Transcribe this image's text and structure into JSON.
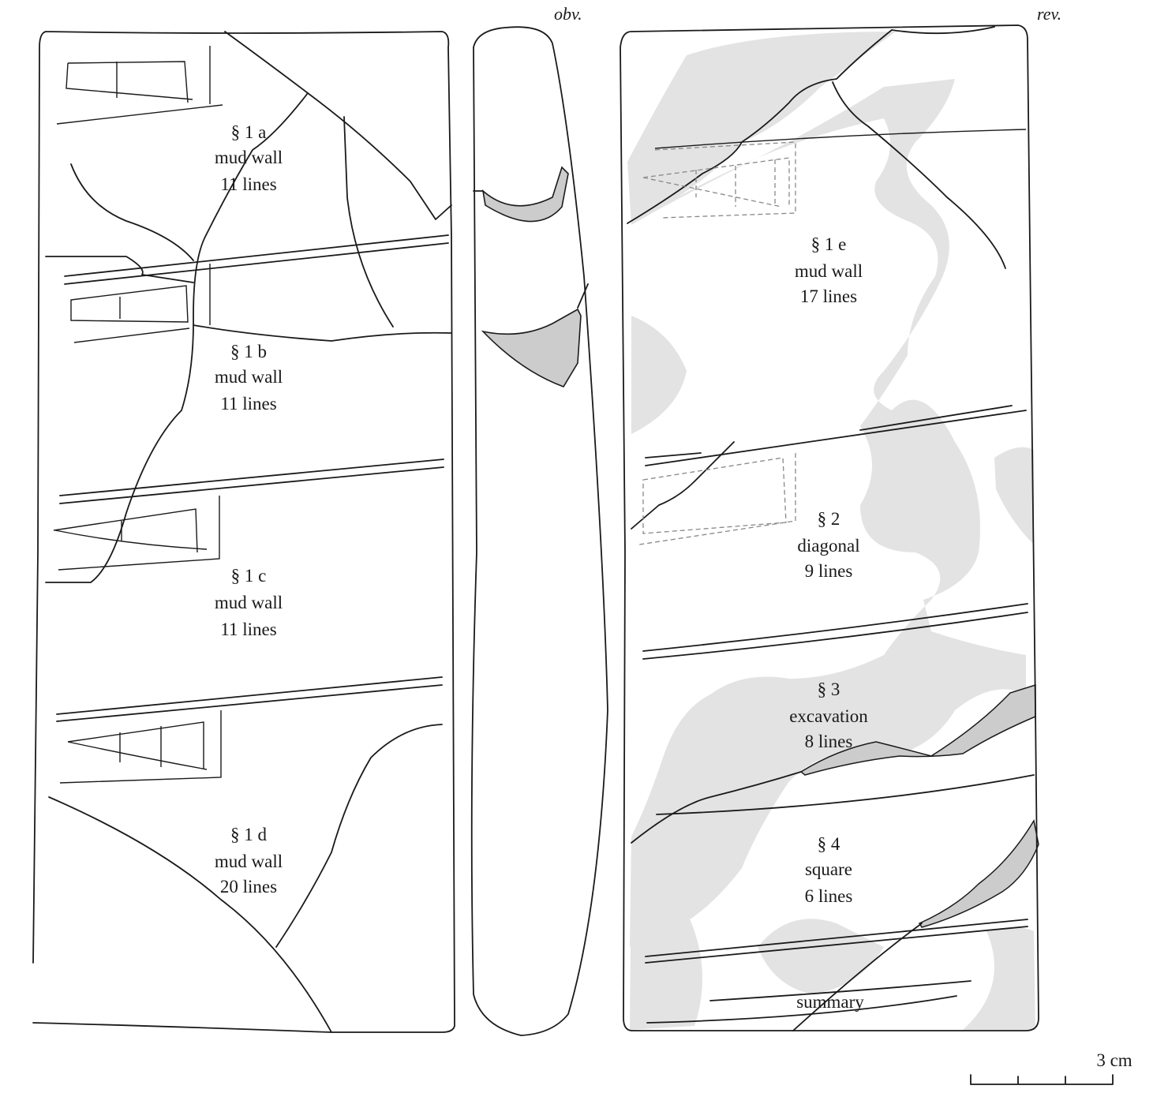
{
  "views": {
    "obverse_label": "obv.",
    "reverse_label": "rev."
  },
  "colors": {
    "eroded_fill": "#e3e3e3",
    "break_fill": "#cccccc",
    "line": "#1a1a1a"
  },
  "obverse_sections": [
    {
      "id": "§ 1 a",
      "type": "mud wall",
      "lines": "11 lines"
    },
    {
      "id": "§ 1 b",
      "type": "mud wall",
      "lines": "11 lines"
    },
    {
      "id": "§ 1 c",
      "type": "mud wall",
      "lines": "11 lines"
    },
    {
      "id": "§ 1 d",
      "type": "mud wall",
      "lines": "20 lines"
    }
  ],
  "reverse_sections": [
    {
      "id": "§ 1 e",
      "type": "mud wall",
      "lines": "17 lines"
    },
    {
      "id": "§ 2",
      "type": "diagonal",
      "lines": "9 lines"
    },
    {
      "id": "§ 3",
      "type": "excavation",
      "lines": "8 lines"
    },
    {
      "id": "§ 4",
      "type": "square",
      "lines": "6 lines"
    }
  ],
  "summary_label": "summary",
  "scale": {
    "label": "3 cm",
    "divisions": 3
  }
}
